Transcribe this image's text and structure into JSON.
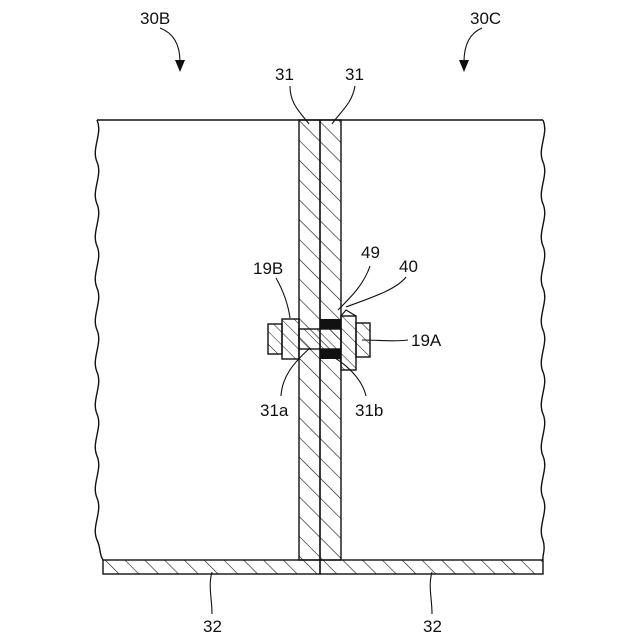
{
  "labels": {
    "view_b": "30B",
    "view_c": "30C",
    "wall_left": "31",
    "wall_right": "31",
    "flange_b": "19B",
    "flange_a": "19A",
    "gasket": "49",
    "seal": "40",
    "hole_a": "31a",
    "hole_b": "31b",
    "base_left": "32",
    "base_right": "32"
  },
  "colors": {
    "line": "#111111",
    "fill_black": "#111111",
    "background": "#ffffff"
  }
}
